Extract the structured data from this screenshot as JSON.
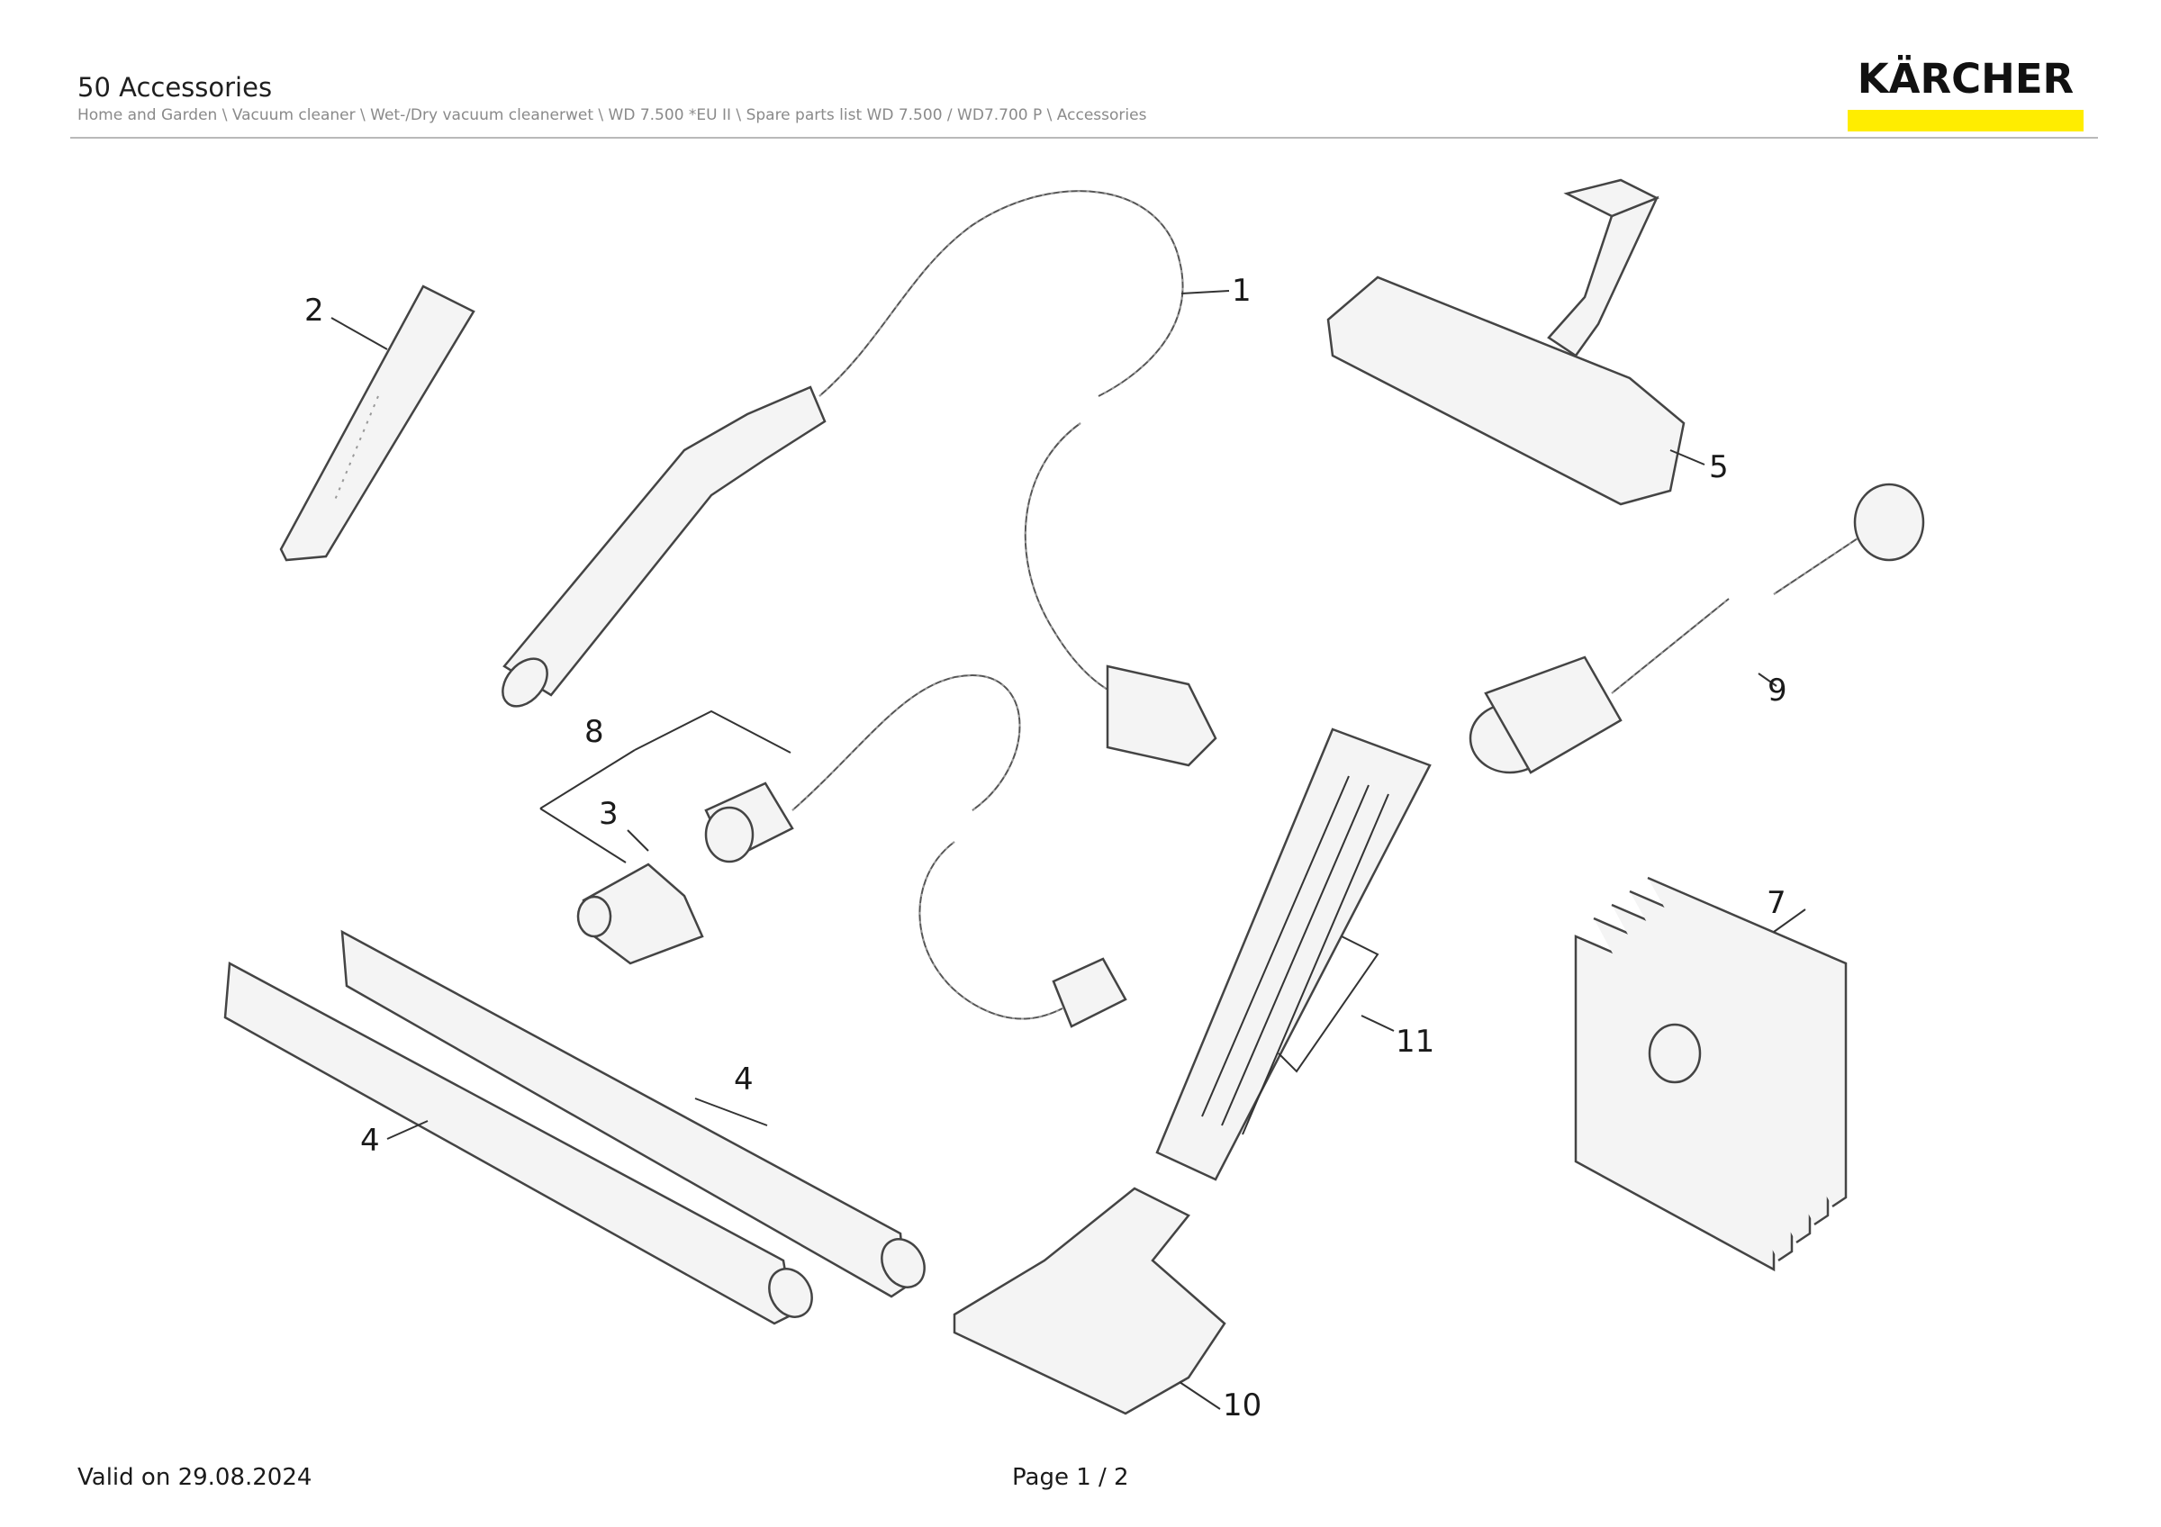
{
  "header": {
    "title": "50 Accessories",
    "breadcrumb": "Home and Garden \\ Vacuum cleaner \\ Wet-/Dry vacuum cleanerwet \\ WD 7.500 *EU II \\ Spare parts list WD 7.500 / WD7.700 P \\ Accessories",
    "logo_text": "KÄRCHER",
    "logo_accent_color": "#ffed00"
  },
  "callouts": {
    "c1": "1",
    "c2": "2",
    "c3": "3",
    "c4a": "4",
    "c4b": "4",
    "c5": "5",
    "c7": "7",
    "c8": "8",
    "c9": "9",
    "c10": "10",
    "c11": "11"
  },
  "footer": {
    "valid": "Valid on 29.08.2024",
    "page": "Page 1 / 2"
  }
}
